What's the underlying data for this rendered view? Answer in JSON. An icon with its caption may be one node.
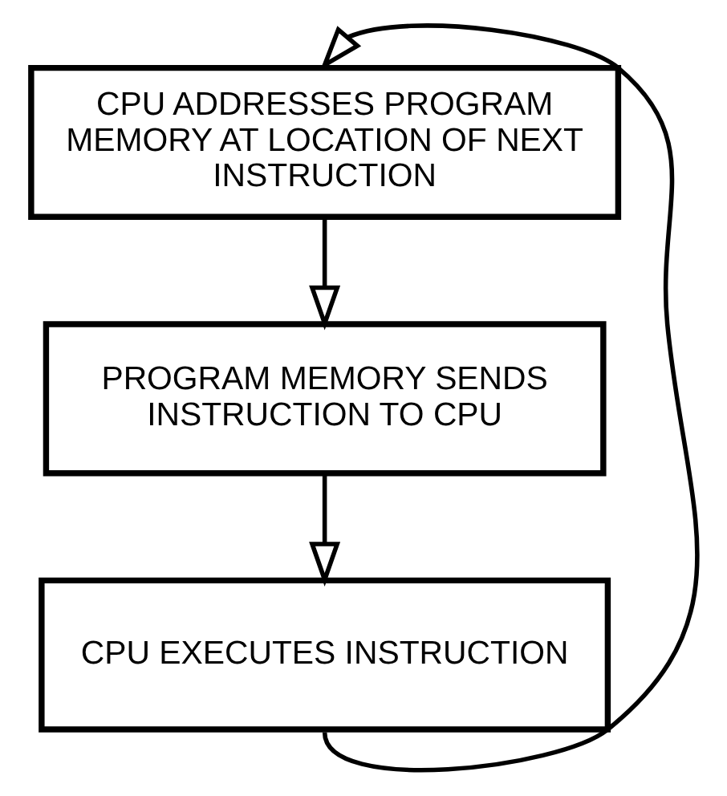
{
  "diagram": {
    "nodes": [
      {
        "text": [
          "CPU ADDRESSES PROGRAM MEMORY AT LOCATION OF NEXT INSTRUCTION"
        ]
      },
      {
        "text": [
          "PROGRAM MEMORY SENDS INSTRUCTION TO CPU"
        ]
      },
      {
        "text": [
          "CPU EXECUTES INSTRUCTION"
        ]
      }
    ],
    "edges": [
      {
        "from": 0,
        "to": 1,
        "arrow": "to"
      },
      {
        "from": 1,
        "to": 2,
        "arrow": "to"
      },
      {
        "from": 2,
        "to": 0,
        "arrow": "to"
      }
    ]
  }
}
